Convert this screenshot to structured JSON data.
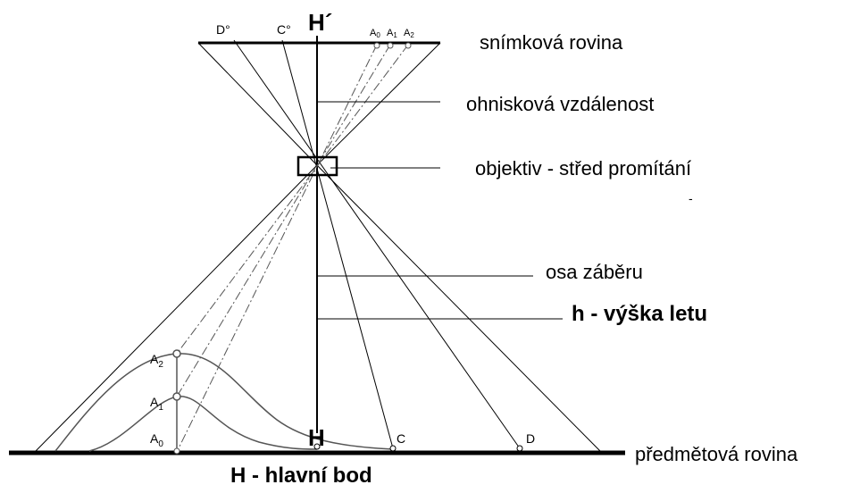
{
  "labels": {
    "image_plane": "snímková rovina",
    "focal_length": "ohnisková vzdálenost",
    "lens": "objektiv  - střed promítání",
    "stray_dot": "-",
    "axis": "osa záběru",
    "flight_height": "h - výška letu",
    "object_plane": "předmětová rovina",
    "principal_point": "H -  hlavní bod"
  },
  "points": {
    "H_prime": "H´",
    "D_img": "D°",
    "C_img": "C°",
    "A0_img": "A",
    "A0_img_sub": "0",
    "A1_img": "A",
    "A1_img_sub": "1",
    "A2_img": "A",
    "A2_img_sub": "2",
    "H": "H",
    "C": "C",
    "D": "D",
    "A0": "A",
    "A0_sub": "0",
    "A1": "A",
    "A1_sub": "1",
    "A2": "A",
    "A2_sub": "2"
  }
}
